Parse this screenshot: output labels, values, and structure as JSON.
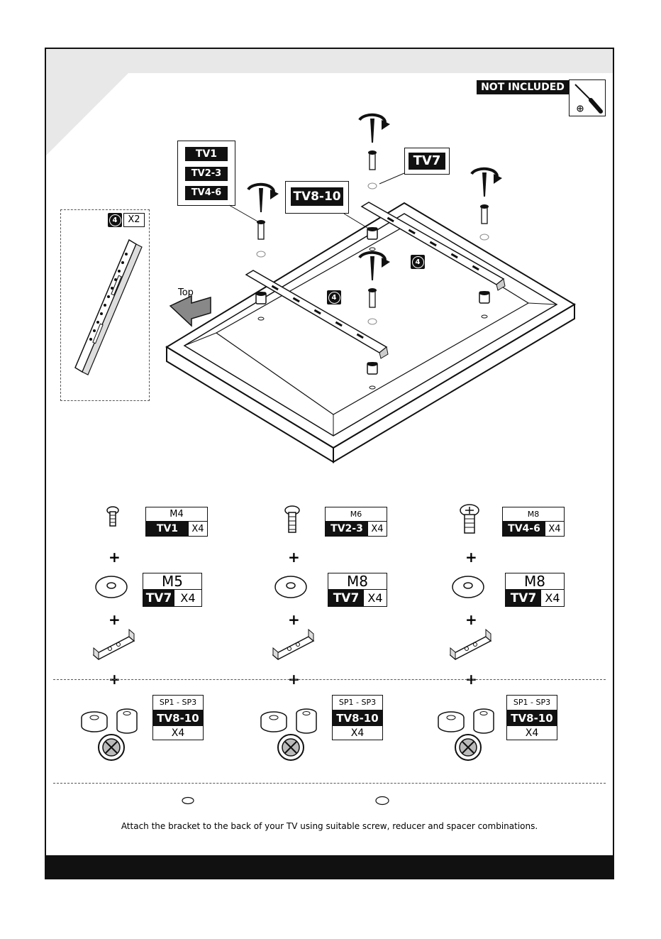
{
  "header": {
    "not_included_label": "NOT INCLUDED"
  },
  "tv_labels": {
    "tv1": "TV1",
    "tv2_3": "TV2-3",
    "tv4_6": "TV4-6",
    "tv7": "TV7",
    "tv8_10": "TV8-10"
  },
  "part_callout": {
    "number": "4",
    "quantity": "X2"
  },
  "direction_label": "Top",
  "bracket_number": "4",
  "columns": [
    {
      "screw": {
        "size": "M4",
        "tv": "TV1",
        "qty": "X4"
      },
      "washer": {
        "size": "M5",
        "tv": "TV7",
        "qty": "X4"
      },
      "spacer": {
        "range": "SP1 - SP3",
        "tv": "TV8-10",
        "qty": "X4"
      }
    },
    {
      "screw": {
        "size": "M6",
        "tv": "TV2-3",
        "qty": "X4"
      },
      "washer": {
        "size": "M8",
        "tv": "TV7",
        "qty": "X4"
      },
      "spacer": {
        "range": "SP1 - SP3",
        "tv": "TV8-10",
        "qty": "X4"
      }
    },
    {
      "screw": {
        "size": "M8",
        "tv": "TV4-6",
        "qty": "X4"
      },
      "washer": {
        "size": "M8",
        "tv": "TV7",
        "qty": "X4"
      },
      "spacer": {
        "range": "SP1 - SP3",
        "tv": "TV8-10",
        "qty": "X4"
      }
    }
  ],
  "plus_sign": "+",
  "instruction": "Attach the bracket to the back of your TV using suitable screw, reducer and spacer combinations."
}
